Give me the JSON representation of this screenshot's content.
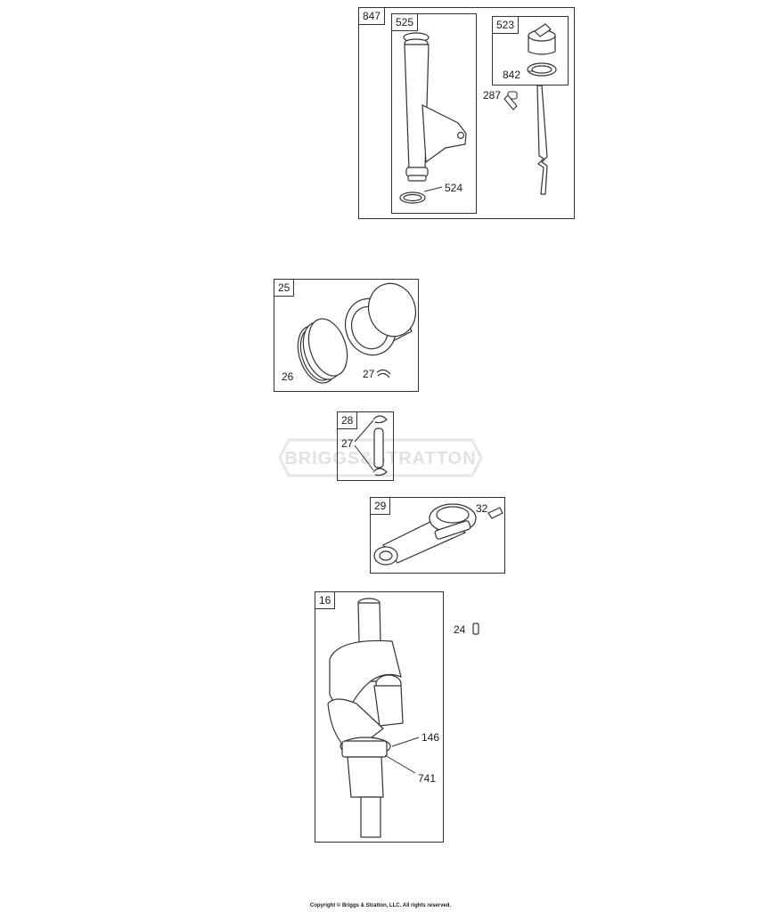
{
  "groups": {
    "g847": {
      "label": "847",
      "sub": {
        "g525": "525",
        "g523": "523"
      },
      "callouts": {
        "c842": "842",
        "c287": "287",
        "c524": "524"
      }
    },
    "g25": {
      "label": "25",
      "callouts": {
        "c26": "26",
        "c27": "27"
      }
    },
    "g28": {
      "label": "28",
      "callouts": {
        "c27": "27"
      }
    },
    "g29": {
      "label": "29",
      "callouts": {
        "c32": "32"
      }
    },
    "g16": {
      "label": "16",
      "callouts": {
        "c146": "146",
        "c741": "741"
      }
    },
    "loose": {
      "c24": "24"
    }
  },
  "watermark": "BRIGGS&STRATTON",
  "copyright": "Copyright © Briggs & Stratton, LLC. All rights reserved."
}
